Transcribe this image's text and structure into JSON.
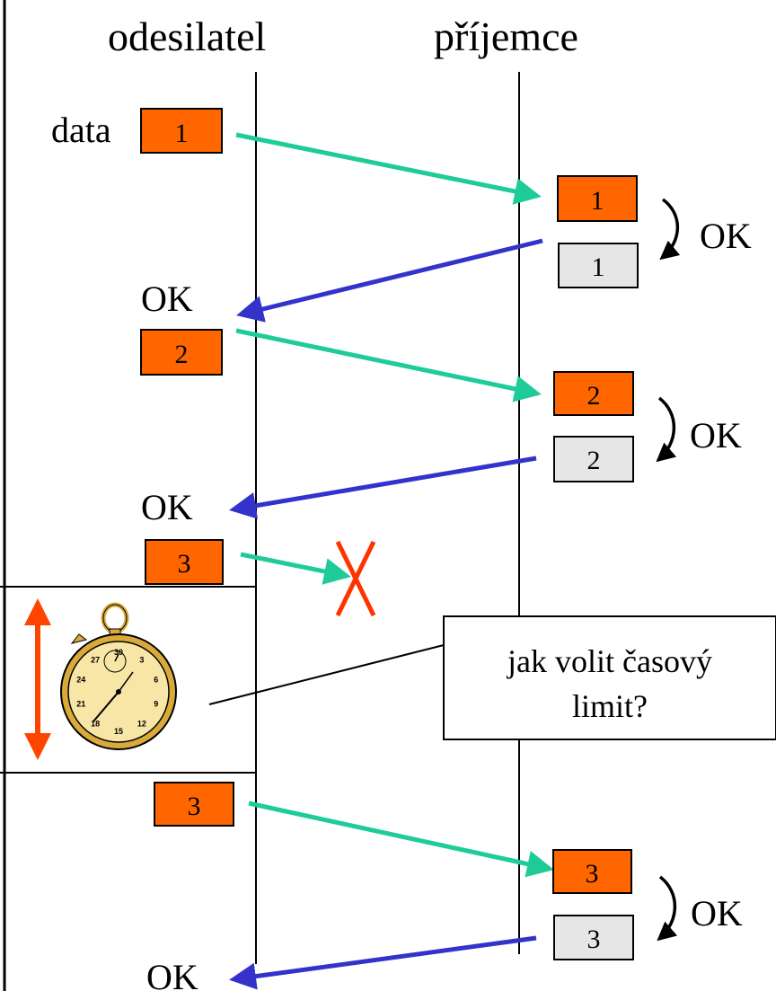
{
  "headers": {
    "sender": "odesilatel",
    "receiver": "příjemce"
  },
  "data_label": "data",
  "ok_label": "OK",
  "note": {
    "line1": "jak volit časový",
    "line2": "limit?"
  },
  "packets": {
    "p1": "1",
    "ack1": "1",
    "p2": "2",
    "ack2": "2",
    "p3": "3",
    "p3_retry": "3",
    "p3_recv": "3",
    "ack3": "3"
  },
  "stopwatch": {
    "numbers": [
      "30",
      "3",
      "6",
      "9",
      "12",
      "15",
      "18",
      "21",
      "24",
      "27"
    ]
  },
  "colors": {
    "packet": "#ff6600",
    "ack": "#e6e6e6",
    "data_arrow": "#1fcc99",
    "ack_arrow": "#3333cc",
    "loss": "#ff3300",
    "timeout": "#ff4400",
    "watch_face": "#f7e6a6",
    "watch_gold": "#d9a93a"
  }
}
